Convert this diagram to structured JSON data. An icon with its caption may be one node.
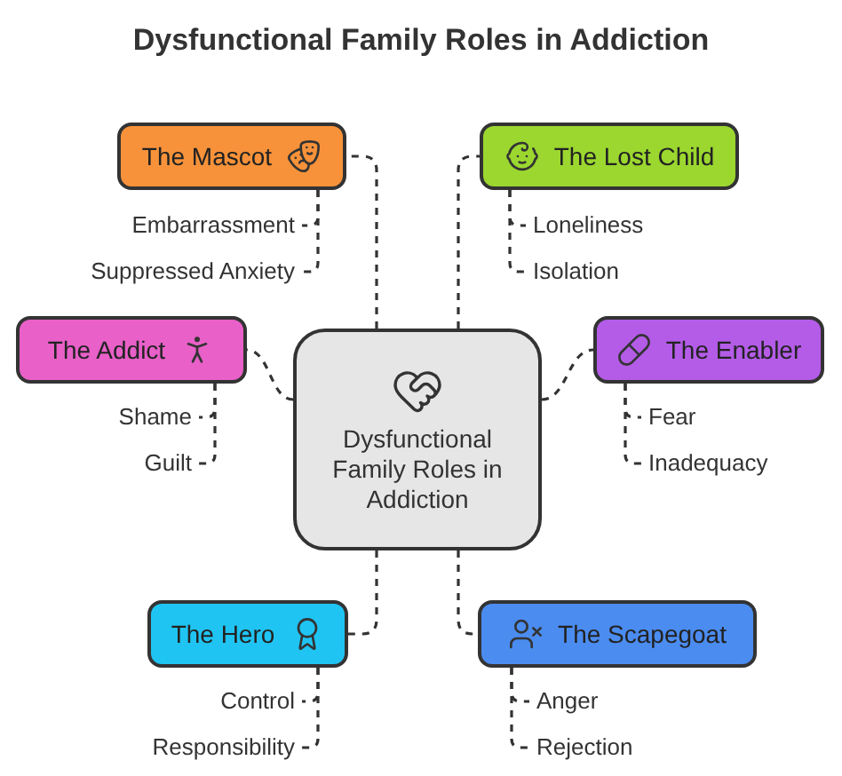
{
  "diagram": {
    "title": "Dysfunctional Family Roles in Addiction",
    "nodes": [
      {
        "text": [
          "Dysfunctional Family Roles in Addiction"
        ]
      },
      {
        "text": [
          "The Mascot"
        ]
      },
      {
        "text": [
          "Embarrassment"
        ]
      },
      {
        "text": [
          "Suppressed Anxiety"
        ]
      },
      {
        "text": [
          "The Lost Child"
        ]
      },
      {
        "text": [
          "Loneliness"
        ]
      },
      {
        "text": [
          "Isolation"
        ]
      },
      {
        "text": [
          "The Addict"
        ]
      },
      {
        "text": [
          "Shame"
        ]
      },
      {
        "text": [
          "Guilt"
        ]
      },
      {
        "text": [
          "The Enabler"
        ]
      },
      {
        "text": [
          "Fear"
        ]
      },
      {
        "text": [
          "Inadequacy"
        ]
      },
      {
        "text": [
          "The Hero"
        ]
      },
      {
        "text": [
          "Control"
        ]
      },
      {
        "text": [
          "Responsibility"
        ]
      },
      {
        "text": [
          "The Scapegoat"
        ]
      },
      {
        "text": [
          "Anger"
        ]
      },
      {
        "text": [
          "Rejection"
        ]
      }
    ],
    "edges": [
      {
        "from": 0,
        "to": 1,
        "arrow": "none",
        "style": "dashed"
      },
      {
        "from": 0,
        "to": 4,
        "arrow": "none",
        "style": "dashed"
      },
      {
        "from": 0,
        "to": 7,
        "arrow": "none",
        "style": "dashed"
      },
      {
        "from": 0,
        "to": 10,
        "arrow": "none",
        "style": "dashed"
      },
      {
        "from": 0,
        "to": 13,
        "arrow": "none",
        "style": "dashed"
      },
      {
        "from": 0,
        "to": 16,
        "arrow": "none",
        "style": "dashed"
      },
      {
        "from": 1,
        "to": 2,
        "arrow": "none",
        "style": "dashed"
      },
      {
        "from": 1,
        "to": 3,
        "arrow": "none",
        "style": "dashed"
      },
      {
        "from": 4,
        "to": 5,
        "arrow": "none",
        "style": "dashed"
      },
      {
        "from": 4,
        "to": 6,
        "arrow": "none",
        "style": "dashed"
      },
      {
        "from": 7,
        "to": 8,
        "arrow": "none",
        "style": "dashed"
      },
      {
        "from": 7,
        "to": 9,
        "arrow": "none",
        "style": "dashed"
      },
      {
        "from": 10,
        "to": 11,
        "arrow": "none",
        "style": "dashed"
      },
      {
        "from": 10,
        "to": 12,
        "arrow": "none",
        "style": "dashed"
      },
      {
        "from": 13,
        "to": 14,
        "arrow": "none",
        "style": "dashed"
      },
      {
        "from": 13,
        "to": 15,
        "arrow": "none",
        "style": "dashed"
      },
      {
        "from": 16,
        "to": 17,
        "arrow": "none",
        "style": "dashed"
      },
      {
        "from": 16,
        "to": 18,
        "arrow": "none",
        "style": "dashed"
      }
    ]
  }
}
